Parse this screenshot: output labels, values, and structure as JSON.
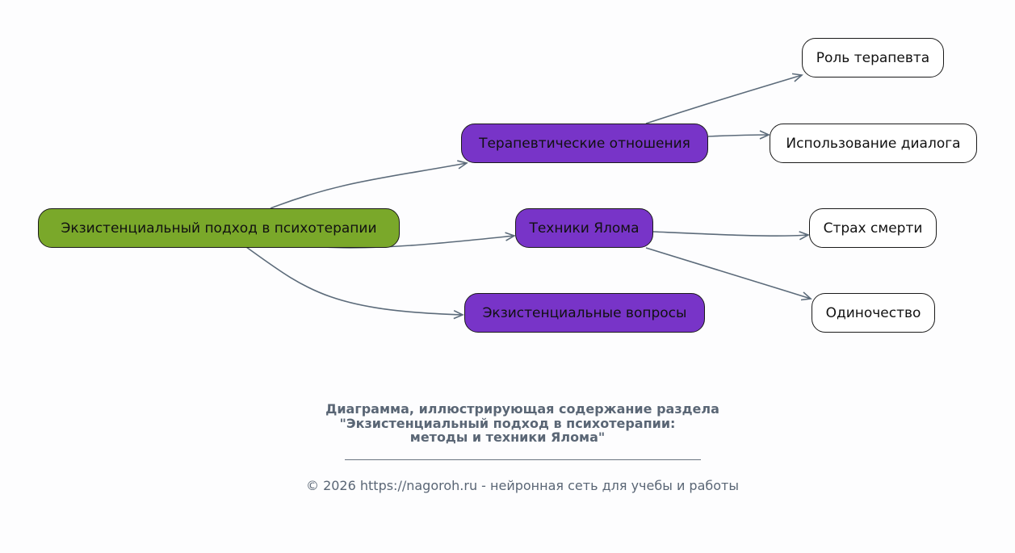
{
  "diagram": {
    "root": {
      "label": "Экзистенциальный подход в психотерапии"
    },
    "branches": [
      {
        "label": "Терапевтические отношения"
      },
      {
        "label": "Техники Ялома"
      },
      {
        "label": "Экзистенциальные вопросы"
      }
    ],
    "leaves": [
      {
        "label": "Роль терапевта"
      },
      {
        "label": "Использование диалога"
      },
      {
        "label": "Страх смерти"
      },
      {
        "label": "Одиночество"
      }
    ],
    "colors": {
      "root_fill": "#7aa82a",
      "branch_fill": "#7834c8",
      "leaf_fill": "#ffffff",
      "edge": "#5c6b7a"
    }
  },
  "caption": {
    "line1": "Диаграмма, иллюстрирующая содержание раздела",
    "line2": "\"Экзистенциальный подход в психотерапии:",
    "line3": "методы и техники Ялома\""
  },
  "footer": {
    "text": "© 2026 https://nagoroh.ru - нейронная сеть для учебы и работы"
  }
}
